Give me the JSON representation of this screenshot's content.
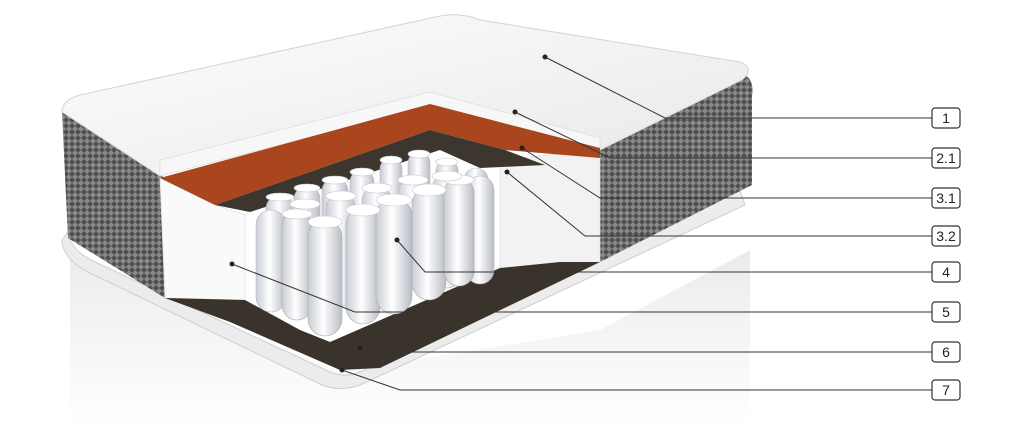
{
  "callouts": [
    {
      "label": "1"
    },
    {
      "label": "2.1"
    },
    {
      "label": "3.1"
    },
    {
      "label": "3.2"
    },
    {
      "label": "4"
    },
    {
      "label": "5"
    },
    {
      "label": "6"
    },
    {
      "label": "7"
    }
  ],
  "colors": {
    "background": "#ffffff",
    "cover_top": "#f3f3f3",
    "knit_side": "#5e5e5e",
    "coir_layer": "#a9461e",
    "felt_layer": "#3d362f",
    "springs": "#f4f5f8",
    "foam_frame": "#fafafa",
    "leader_line": "#333333"
  }
}
